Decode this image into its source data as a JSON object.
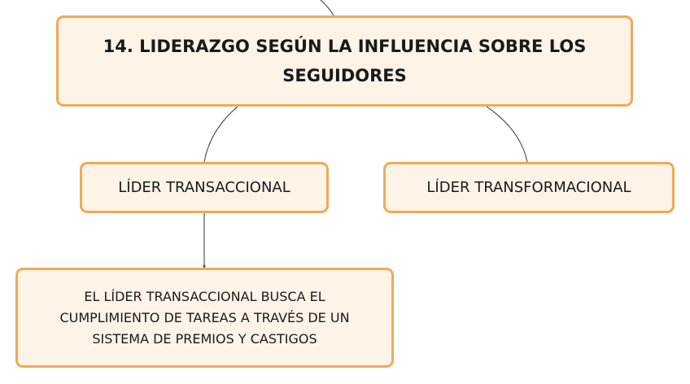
{
  "nodes": {
    "main": "14. LIDERAZGO SEGÚN LA INFLUENCIA SOBRE LOS SEGUIDORES",
    "transactional": "LÍDER TRANSACCIONAL",
    "transformational": "LÍDER TRANSFORMACIONAL",
    "transactional_description": "EL LÍDER TRANSACCIONAL BUSCA EL CUMPLIMIENTO DE TAREAS A TRAVÉS DE UN SISTEMA DE PREMIOS Y CASTIGOS"
  },
  "colors": {
    "node_fill": "#fdf3e7",
    "node_border": "#f0aa55",
    "connector": "#555555"
  }
}
